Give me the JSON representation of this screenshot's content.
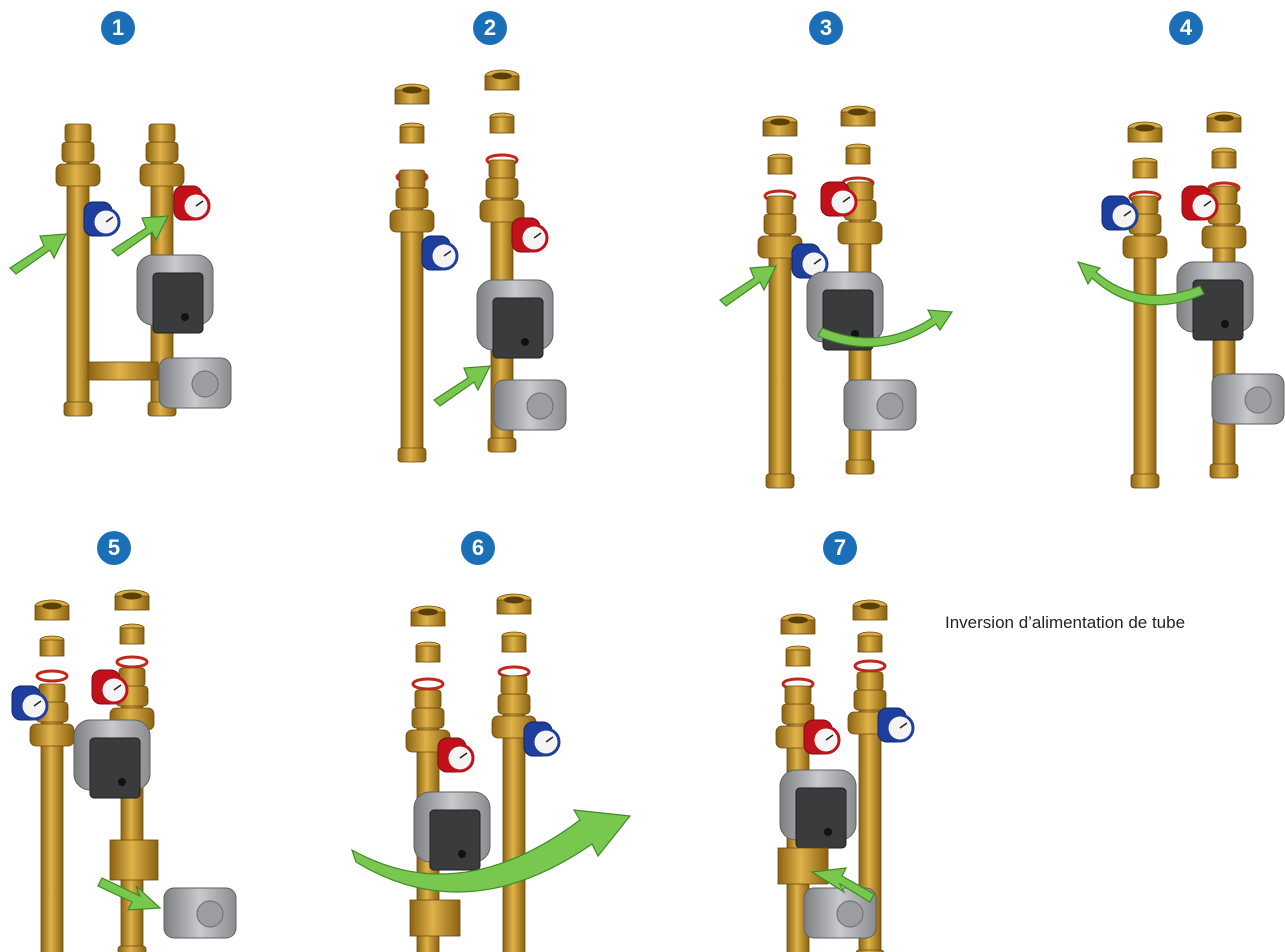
{
  "steps": [
    {
      "number": "1"
    },
    {
      "number": "2"
    },
    {
      "number": "3"
    },
    {
      "number": "4"
    },
    {
      "number": "5"
    },
    {
      "number": "6"
    },
    {
      "number": "7"
    }
  ],
  "caption": "Inversion d’alimentation de tube",
  "colors": {
    "badge": "#1b6fb6",
    "brass": "#c8962a",
    "brass_dark": "#8a6212",
    "pump_gray": "#a9aaad",
    "pump_dark": "#3a3b3d",
    "gauge_blue": "#1f3f9e",
    "gauge_red": "#c1121c",
    "oring_red": "#c0281c",
    "arrow_green": "#78c850"
  }
}
